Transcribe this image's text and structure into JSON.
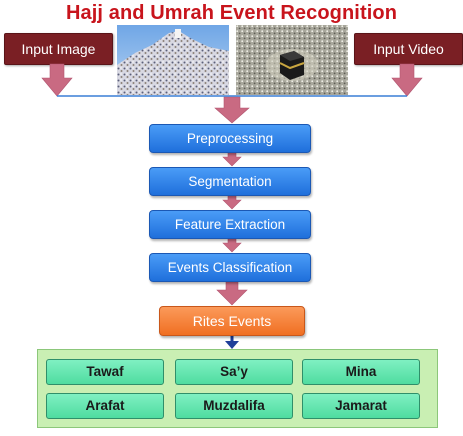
{
  "title": "Hajj and Umrah Event Recognition",
  "inputs": {
    "image": "Input Image",
    "video": "Input Video"
  },
  "steps": [
    "Preprocessing",
    "Segmentation",
    "Feature Extraction",
    "Events Classification"
  ],
  "rites": "Rites Events",
  "events": [
    "Tawaf",
    "Sa’y",
    "Mina",
    "Arafat",
    "Muzdalifa",
    "Jamarat"
  ],
  "colors": {
    "title": "#c8141c",
    "input_box": "#7a1f24",
    "step_box": "#2f80ed",
    "rites_box": "#f47e35",
    "arrow": "#c96a82",
    "event_box": "#5fe3ad",
    "events_panel": "#c9efb3"
  }
}
